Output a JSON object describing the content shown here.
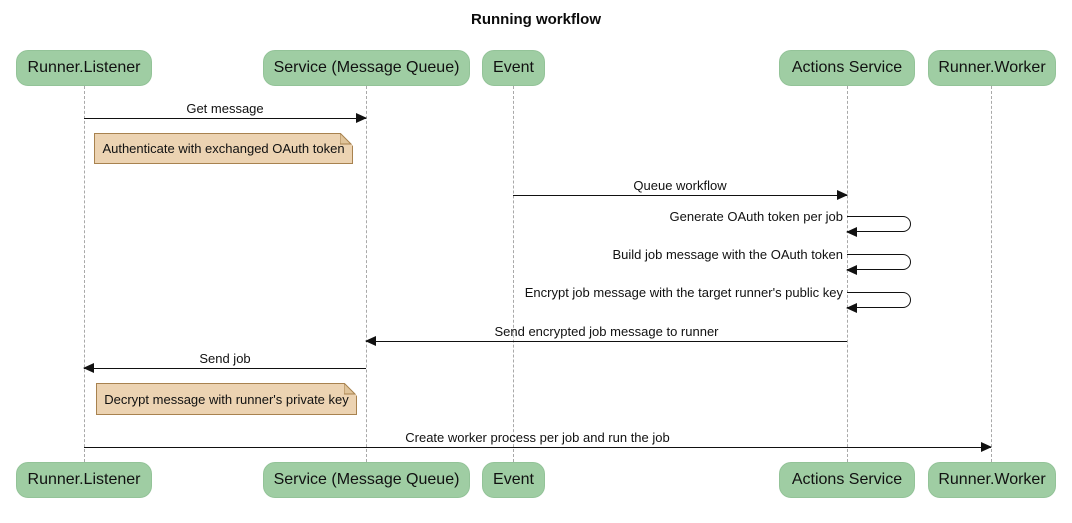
{
  "title": "Running workflow",
  "colors": {
    "actor_fill": "#9fcda3",
    "note_fill": "#ecd3b2",
    "note_border": "#a8824f",
    "message_line": "#111111",
    "lifeline": "#a9a9a9"
  },
  "actors": [
    {
      "name": "Runner.Listener"
    },
    {
      "name": "Service (Message Queue)"
    },
    {
      "name": "Event"
    },
    {
      "name": "Actions Service"
    },
    {
      "name": "Runner.Worker"
    }
  ],
  "messages": [
    {
      "type": "arrow",
      "from": "Runner.Listener",
      "to": "Service (Message Queue)",
      "label": "Get message"
    },
    {
      "type": "note",
      "over": "Runner.Listener",
      "label": "Authenticate with exchanged OAuth token"
    },
    {
      "type": "arrow",
      "from": "Event",
      "to": "Actions Service",
      "label": "Queue workflow"
    },
    {
      "type": "self",
      "actor": "Actions Service",
      "label": "Generate OAuth token per job"
    },
    {
      "type": "self",
      "actor": "Actions Service",
      "label": "Build job message with the OAuth token"
    },
    {
      "type": "self",
      "actor": "Actions Service",
      "label": "Encrypt job message with the target runner's public key"
    },
    {
      "type": "arrow",
      "from": "Actions Service",
      "to": "Service (Message Queue)",
      "label": "Send encrypted job message to runner"
    },
    {
      "type": "arrow",
      "from": "Service (Message Queue)",
      "to": "Runner.Listener",
      "label": "Send job"
    },
    {
      "type": "note",
      "over": "Runner.Listener",
      "label": "Decrypt message with runner's private key"
    },
    {
      "type": "arrow",
      "from": "Runner.Listener",
      "to": "Runner.Worker",
      "label": "Create worker process per job and run the job"
    }
  ]
}
